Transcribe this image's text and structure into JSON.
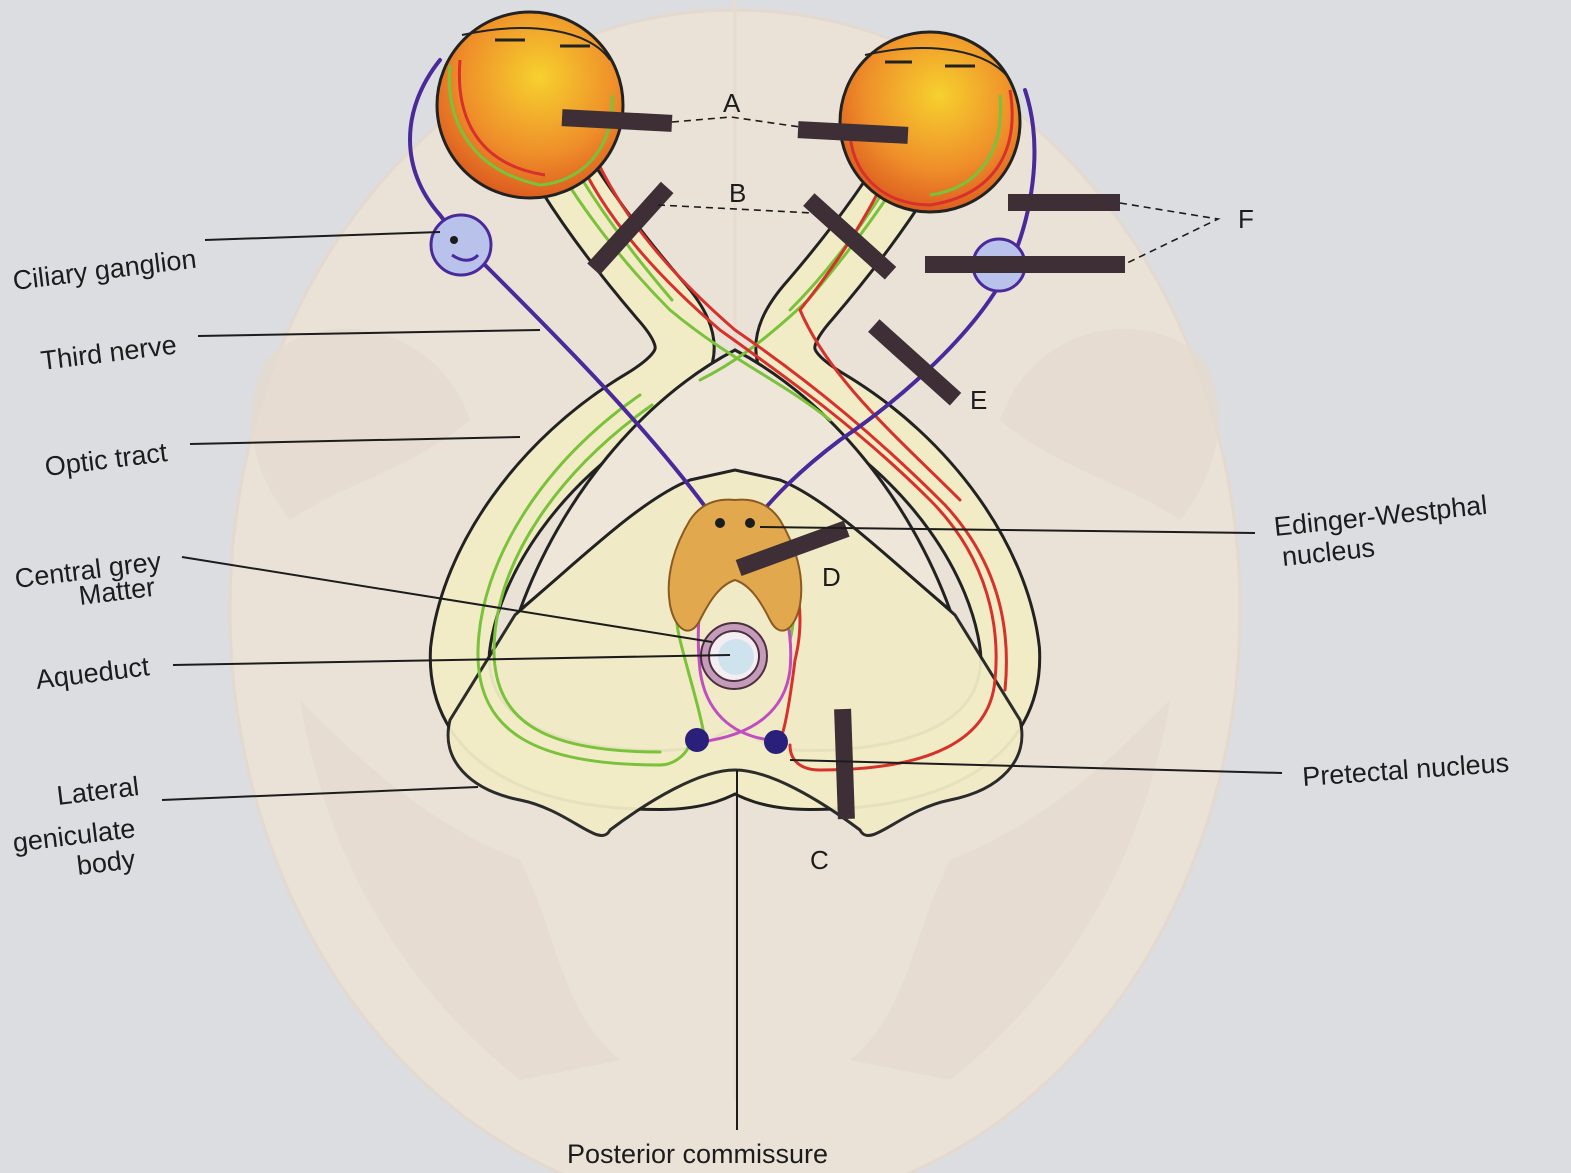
{
  "labels": {
    "ciliary_ganglion": "Ciliary ganglion",
    "third_nerve": "Third nerve",
    "optic_tract": "Optic tract",
    "central_grey_1": "Central grey",
    "central_grey_2": "Matter",
    "aqueduct": "Aqueduct",
    "lgb_1": "Lateral",
    "lgb_2": "geniculate",
    "lgb_3": "body",
    "edinger_1": "Edinger-Westphal",
    "edinger_2": "nucleus",
    "pretectal": "Pretectal nucleus",
    "posterior_commissure": "Posterior commissure"
  },
  "lesions": {
    "a": "A",
    "b": "B",
    "c": "C",
    "d": "D",
    "e": "E",
    "f": "F"
  },
  "colors": {
    "paper": "#dcdde0",
    "brain_outline": "#ebe3d8",
    "pathway_fill": "#f1ecc6",
    "pathway_edge": "#222222",
    "green_fiber": "#79c23a",
    "red_fiber": "#d7312c",
    "magenta_fiber": "#c04ec0",
    "nerve_purple": "#4a2a9a",
    "ganglion_fill": "#b9c2ea",
    "nucleus_orange": "#e2a84e",
    "eyeball_orange": "#ef8f2a",
    "lesion_bar": "#3d2f35"
  }
}
